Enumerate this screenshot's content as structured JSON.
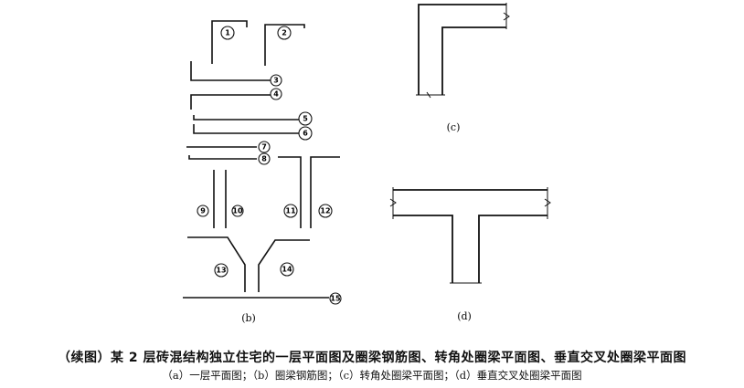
{
  "bars": [
    "1",
    "2",
    "3",
    "4",
    "5",
    "6",
    "7",
    "8",
    "9",
    "10",
    "11",
    "12",
    "13",
    "14",
    "15"
  ],
  "labels": {
    "b": "(b)",
    "c": "(c)",
    "d": "(d)"
  },
  "caption": {
    "main": "（续图）某 2 层砖混结构独立住宅的一层平面图及圈梁钢筋图、转角处圈梁平面图、垂直交叉处圈梁平面图",
    "sub": "（a）一层平面图；（b）圈梁钢筋图；（c）转角处圈梁平面图；（d）垂直交叉处圈梁平面图"
  }
}
